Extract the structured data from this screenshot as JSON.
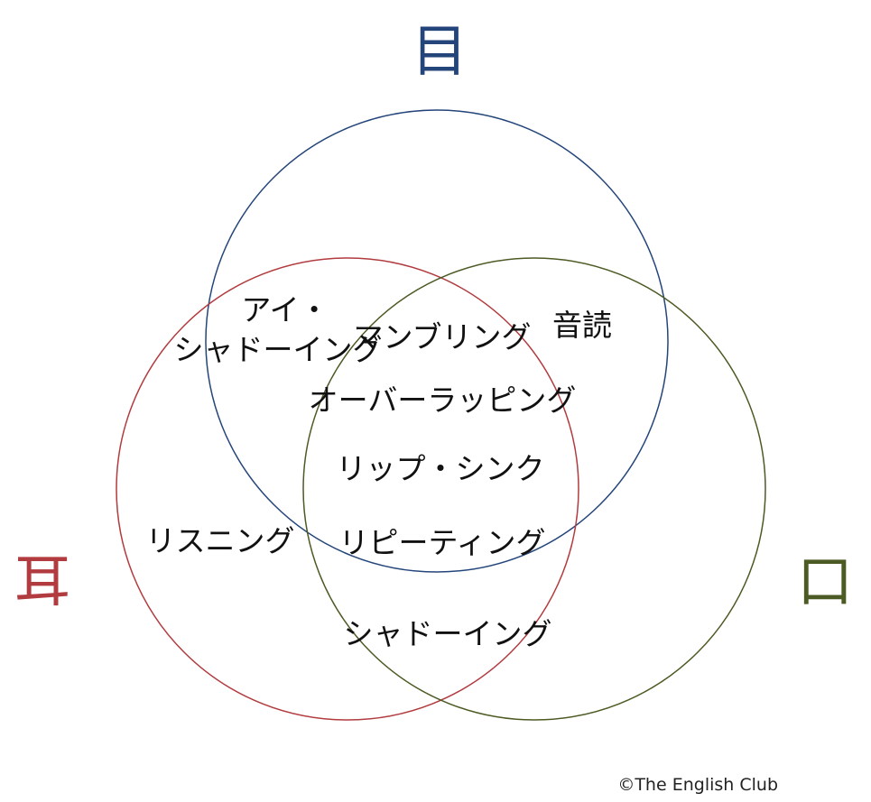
{
  "circles": {
    "eye": {
      "label": "目",
      "color": "#24457a"
    },
    "ear": {
      "label": "耳",
      "color": "#b13b3e"
    },
    "mouth": {
      "label": "口",
      "color": "#4c5a23"
    }
  },
  "regions": {
    "eye_ear_line1": "アイ・",
    "eye_ear_line2": "シャドーイング",
    "mumbling": "マンブリング",
    "reading_aloud": "音読",
    "overlapping": "オーバーラッピング",
    "lip_sync": "リップ・シンク",
    "repeating": "リピーティング",
    "listening": "リスニング",
    "shadowing": "シャドーイング"
  },
  "copyright": "©The English Club"
}
